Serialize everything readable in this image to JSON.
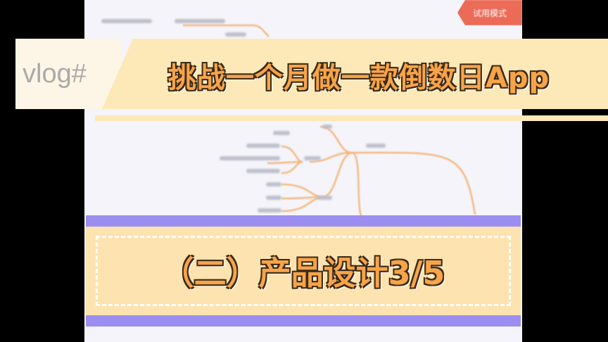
{
  "screen": {
    "badge": "试用模式",
    "accent": "#ec6b57",
    "background": "#f4f4fa"
  },
  "overlay": {
    "tag": "vlog#",
    "title": "挑战一个月做一款倒数日App",
    "subtitle": "（二）产品设计3/5",
    "title_color": "#f7a448",
    "banner_color": "#fde9b8",
    "bar_color": "#9c8ef0"
  }
}
